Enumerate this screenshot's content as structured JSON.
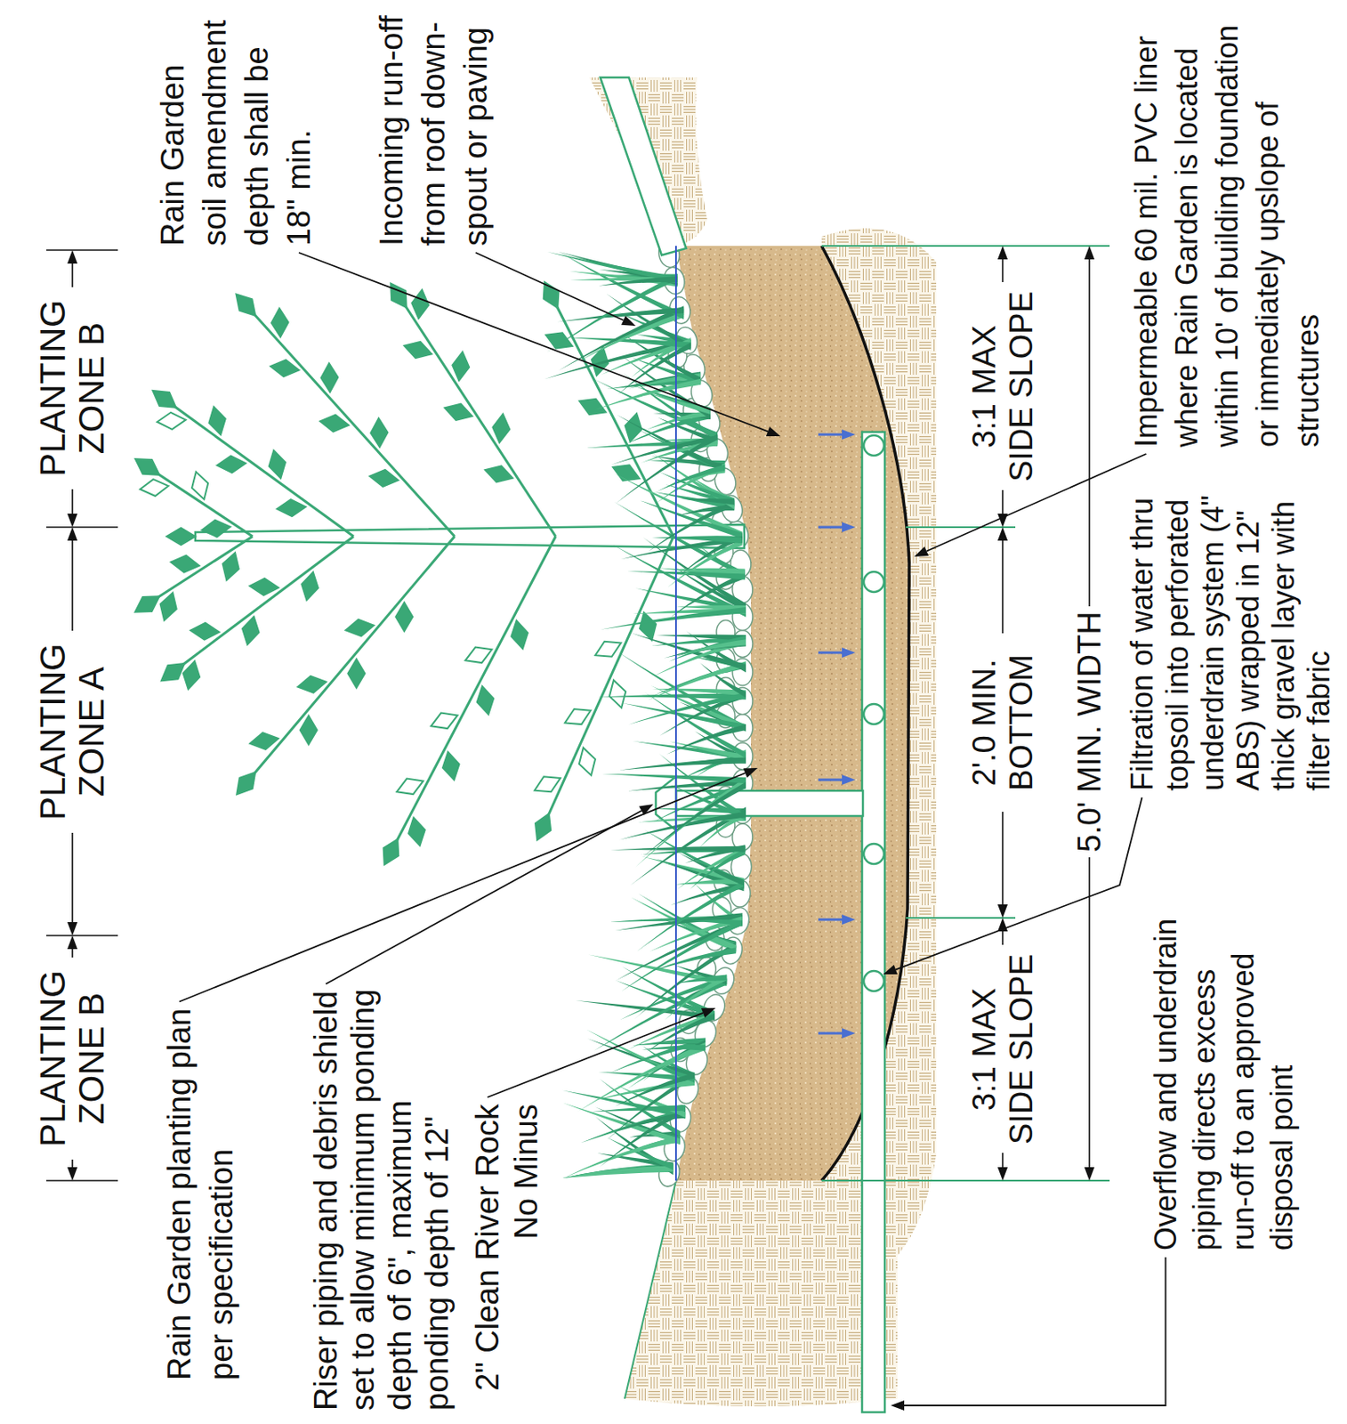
{
  "diagram": {
    "labels": [
      "PLANTING ZONE B",
      "PLANTING ZONE A",
      "PLANTING ZONE B",
      "Rain Garden soil amendment depth shall be 18\" min.",
      "Incoming run-off from roof down-spout or paving",
      "Rain Garden planting plan per specification",
      "Riser piping and debris shield set to allow minimum ponding depth of 6\", maximum ponding depth of 12\"",
      "2\" Clean River Rock No Minus",
      "3:1 MAX SIDE SLOPE",
      "2'.0 MIN. BOTTOM",
      "3:1 MAX SIDE SLOPE",
      "5.0' MIN. WIDTH",
      "Impermeable 60 mil. PVC liner where Rain Garden is located within 10' of building foundation or immediately upslope of structures",
      "Filtration of water thru topsoil into perforated underdrain system (4\" ABS) wrapped in 12\" thick gravel layer with filter fabric",
      "Overflow and underdrain piping directs excess run-off to an approved disposal point"
    ]
  }
}
